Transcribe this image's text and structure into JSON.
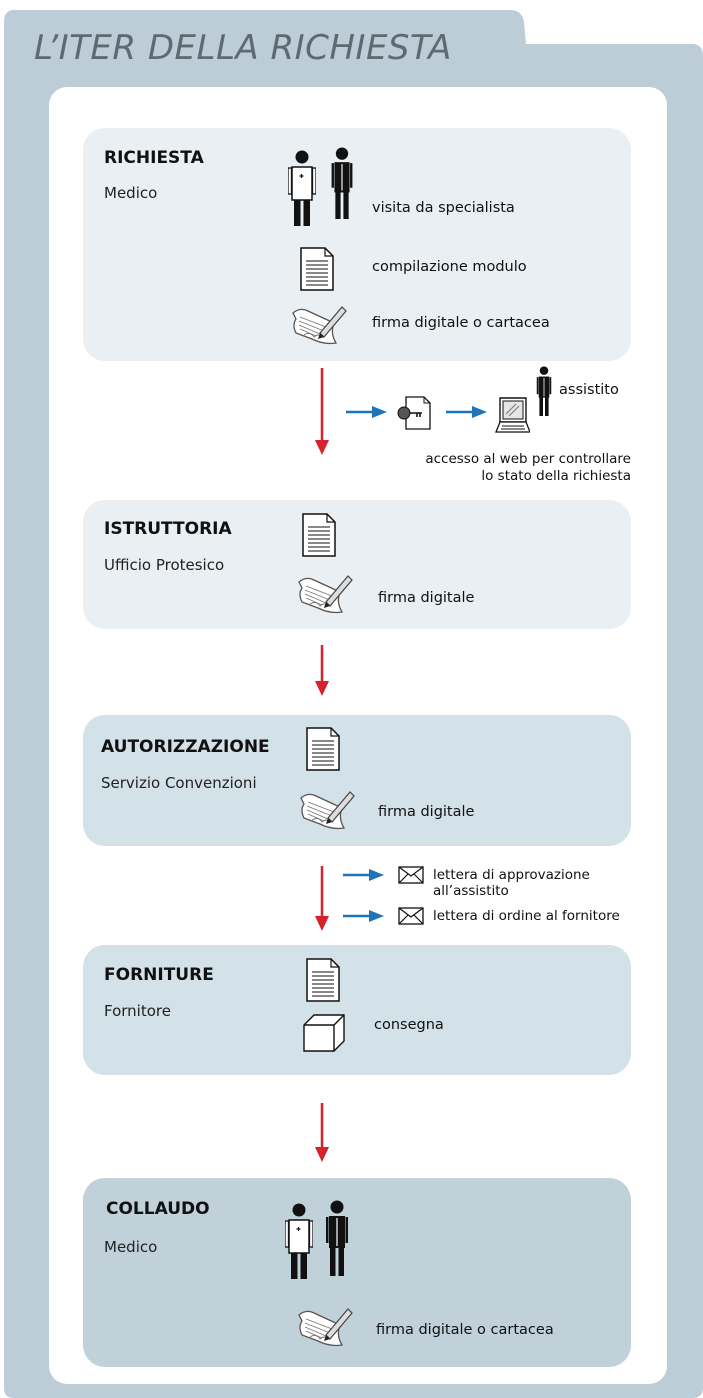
{
  "title": "L’ITER DELLA RICHIESTA",
  "colors": {
    "frame": "#bccdd7",
    "stage_light": "#e9eff2",
    "stage_mid": "#d3e1e8",
    "stage_dark": "#c0d1da",
    "red_arrow": "#d4232c",
    "blue_arrow": "#1f73b8"
  },
  "stages": [
    {
      "title": "RICHIESTA",
      "subtitle": "Medico",
      "steps": [
        "visita da specialista",
        "compilazione modulo",
        "firma digitale o cartacea"
      ]
    },
    {
      "title": "ISTRUTTORIA",
      "subtitle": "Ufficio Protesico",
      "steps": [
        "firma digitale"
      ]
    },
    {
      "title": "AUTORIZZAZIONE",
      "subtitle": "Servizio Convenzioni",
      "steps": [
        "firma digitale"
      ]
    },
    {
      "title": "FORNITURE",
      "subtitle": "Fornitore",
      "steps": [
        "consegna"
      ]
    },
    {
      "title": "COLLAUDO",
      "subtitle": "Medico",
      "steps": [
        "firma digitale  o cartacea"
      ]
    }
  ],
  "web_access": {
    "person_label": "assistito",
    "caption_line1": "accesso al web per controllare",
    "caption_line2": "lo stato della richiesta"
  },
  "letters": {
    "approval_line1": "lettera di approvazione",
    "approval_line2": "all’assistito",
    "order": "lettera di ordine al fornitore"
  }
}
